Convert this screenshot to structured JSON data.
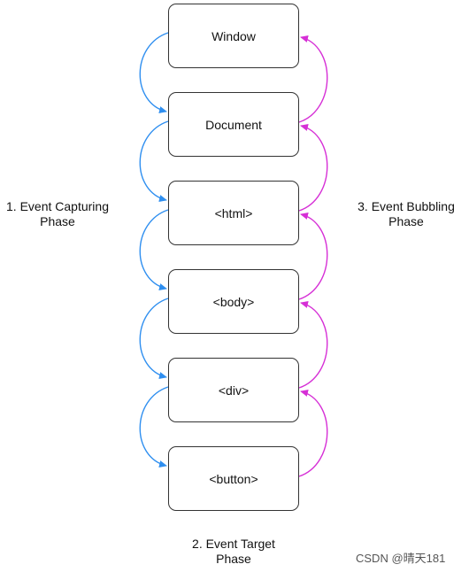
{
  "nodes": [
    {
      "id": "window",
      "label": "Window"
    },
    {
      "id": "document",
      "label": "Document"
    },
    {
      "id": "html",
      "label": "<html>"
    },
    {
      "id": "body",
      "label": "<body>"
    },
    {
      "id": "div",
      "label": "<div>"
    },
    {
      "id": "button",
      "label": "<button>"
    }
  ],
  "phases": {
    "capturing": {
      "line1": "1. Event Capturing",
      "line2": "Phase"
    },
    "target": {
      "line1": "2. Event Target",
      "line2": "Phase"
    },
    "bubbling": {
      "line1": "3. Event Bubbling",
      "line2": "Phase"
    }
  },
  "edges": {
    "capture_color": "#2f8ff0",
    "bubble_color": "#d62fd6"
  },
  "watermark": "CSDN @晴天181"
}
